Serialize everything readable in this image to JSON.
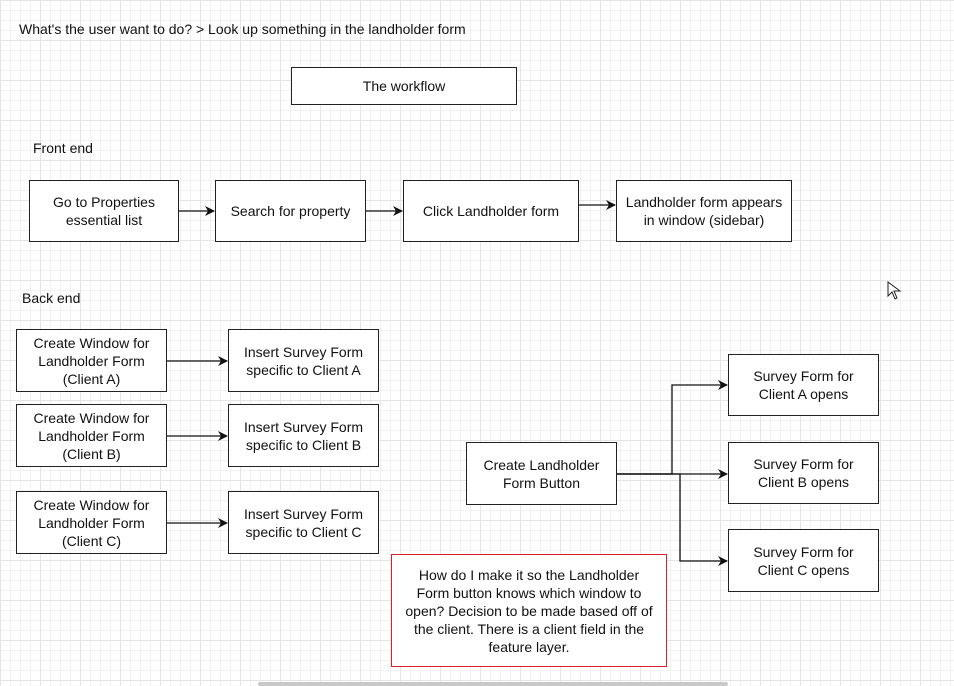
{
  "question": "What's the user want to do? > Look up something in the landholder form",
  "title": "The workflow",
  "sections": {
    "front_end": "Front end",
    "back_end": "Back end"
  },
  "front_end_steps": [
    "Go to Properties\nessential list",
    "Search for property",
    "Click Landholder form",
    "Landholder form appears\nin window (sidebar)"
  ],
  "back_end": {
    "windows": [
      "Create Window for\nLandholder Form\n(Client A)",
      "Create Window for\nLandholder Form\n(Client B)",
      "Create Window for\nLandholder Form\n(Client C)"
    ],
    "inserts": [
      "Insert Survey Form\nspecific to Client A",
      "Insert Survey Form\nspecific to Client B",
      "Insert Survey Form\nspecific to Client C"
    ],
    "button": "Create Landholder\nForm Button",
    "opens": [
      "Survey Form for\nClient A opens",
      "Survey Form for\nClient B opens",
      "Survey Form for\nClient C opens"
    ]
  },
  "note": "How do I make it so the Landholder\nForm button knows which window to\nopen? Decision to be made based off of\nthe client. There is a client field in the\nfeature layer.",
  "colors": {
    "note_border": "#d9202a",
    "stroke": "#222222",
    "grid": "#e4e4e4"
  }
}
